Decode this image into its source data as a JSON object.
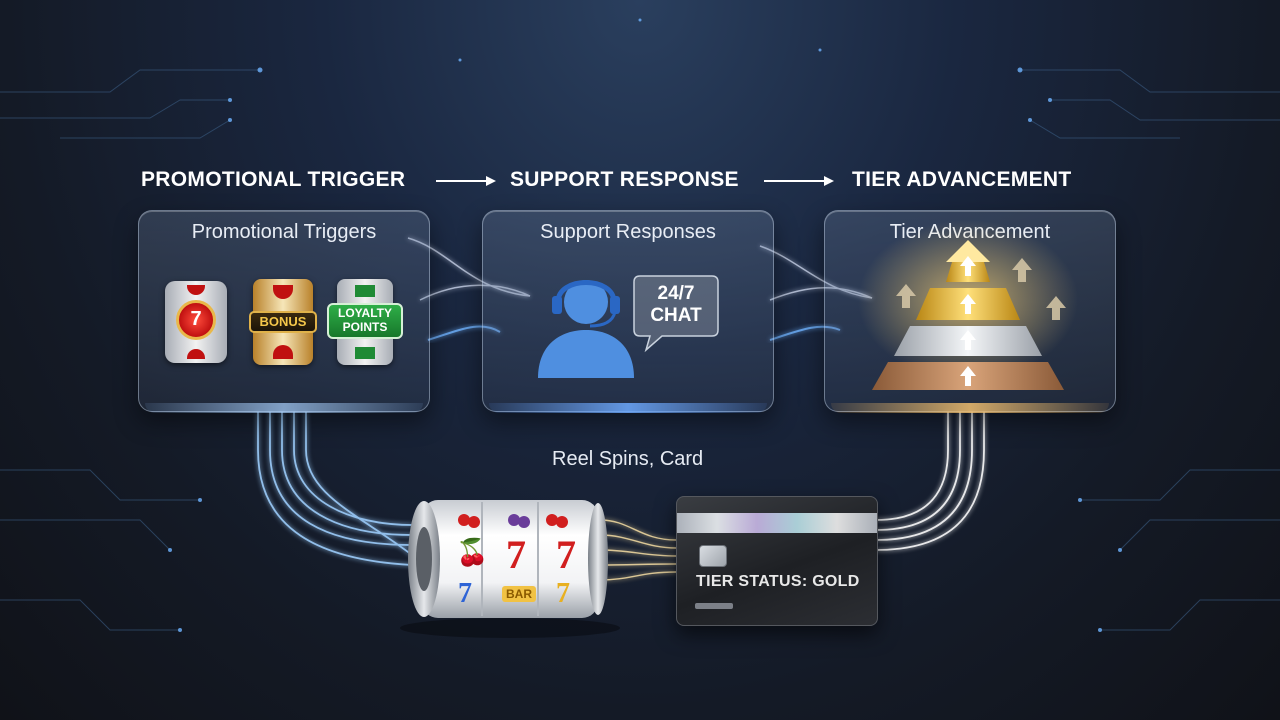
{
  "stages": [
    {
      "title": "PROMOTIONAL TRIGGER",
      "panel_label": "Promotional Triggers"
    },
    {
      "title": "SUPPORT RESPONSE",
      "panel_label": "Support Responses"
    },
    {
      "title": "TIER ADVANCEMENT",
      "panel_label": "Tier Advancement"
    }
  ],
  "promo_icons": {
    "seven": "7",
    "bonus": "BONUS",
    "loyalty_line1": "LOYALTY",
    "loyalty_line2": "POINTS"
  },
  "support": {
    "chat_line1": "24/7",
    "chat_line2": "CHAT"
  },
  "link_label": "Reel Spins, Card",
  "reel": {
    "symbols_top": "cherries",
    "middle_row": [
      "🍒",
      "7",
      "7"
    ],
    "bottom_row": [
      "7",
      "BAR",
      "7"
    ]
  },
  "card": {
    "status_text": "TIER STATUS: GOLD"
  },
  "colors": {
    "gold": "#d9a520",
    "silver": "#cfd3d8",
    "bronze": "#b07a52",
    "glow_blue": "#8fc7ff",
    "lucky_red": "#d11f1f",
    "loyalty_green": "#1f8a35"
  }
}
